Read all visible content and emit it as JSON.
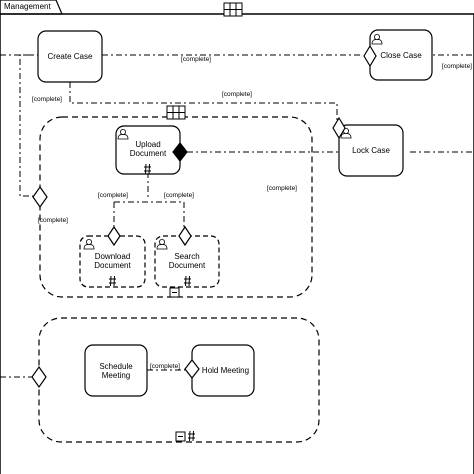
{
  "diagram": {
    "case_tab_label": "Management",
    "tasks": {
      "create_case": "Create Case",
      "close_case": "Close Case",
      "lock_case": "Lock Case",
      "upload_document": "Upload\nDocument",
      "download_document": "Download\nDocument",
      "search_document": "Search\nDocument",
      "schedule_meeting": "Schedule\nMeeting",
      "hold_meeting": "Hold Meeting"
    },
    "conditions": {
      "create_to_close": "[complete]",
      "create_to_lock": "[complete]",
      "create_to_stage": "[complete]",
      "stage_bottom": "[complete]",
      "upload_out": "[complete]",
      "upload_to_search": "[complete]",
      "close_right": "[complete]",
      "stage_right": "[complete]",
      "schedule_to_hold": "[complete]"
    },
    "icons": [
      "table-marker-icon",
      "user-task-icon",
      "sentry-entry-icon",
      "sentry-exit-icon",
      "hash-repetition-icon",
      "collapse-marker-icon"
    ]
  }
}
